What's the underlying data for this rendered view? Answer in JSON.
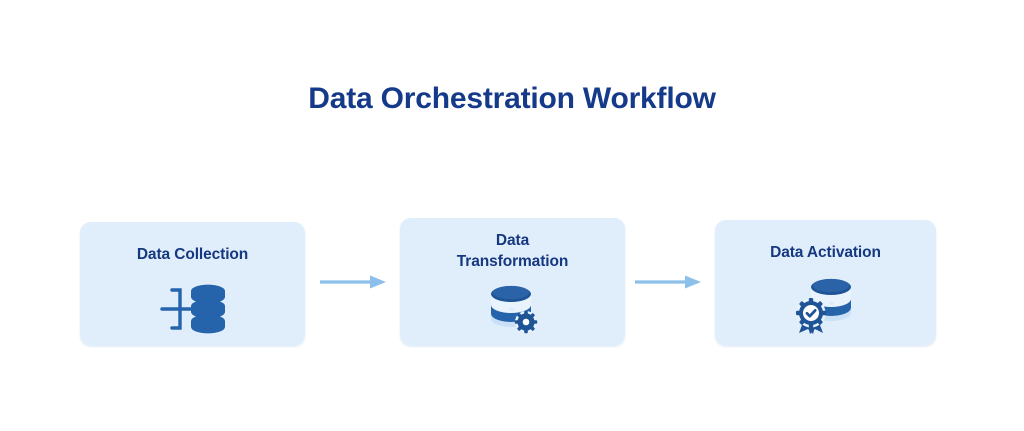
{
  "diagram": {
    "title": "Data Orchestration Workflow",
    "type": "horizontal-process-flow",
    "background_color": "#ffffff",
    "title_color": "#153a8a",
    "card_background_color": "#e0eefc",
    "card_label_color": "#15387f",
    "icon_primary_color": "#2563ab",
    "icon_dark_color": "#1b4f91",
    "arrow_color": "#8cc0ea",
    "steps": [
      {
        "id": "data-collection",
        "label": "Data Collection",
        "label_lines": [
          "Data Collection"
        ],
        "icon": "database-collection-icon",
        "order": 1
      },
      {
        "id": "data-transformation",
        "label": "Data Transformation",
        "label_lines": [
          "Data",
          "Transformation"
        ],
        "icon": "database-gear-icon",
        "order": 2
      },
      {
        "id": "data-activation",
        "label": "Data Activation",
        "label_lines": [
          "Data Activation"
        ],
        "icon": "database-badge-icon",
        "order": 3
      }
    ],
    "connectors": [
      {
        "id": "arrow-1",
        "icon": "arrow-right-icon",
        "from": "data-collection",
        "to": "data-transformation"
      },
      {
        "id": "arrow-2",
        "icon": "arrow-right-icon",
        "from": "data-transformation",
        "to": "data-activation"
      }
    ]
  }
}
